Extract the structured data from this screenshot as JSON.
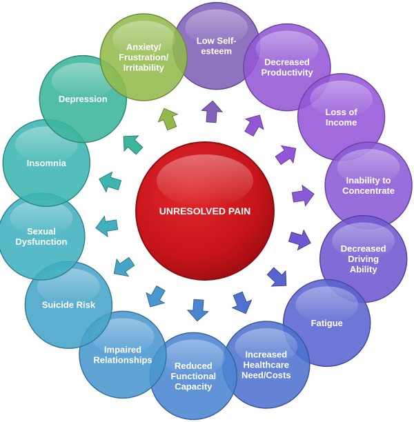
{
  "center": {
    "label": "UNRESOLVED PAIN",
    "color": "#c8151b"
  },
  "nodes": [
    {
      "id": "low-self-esteem",
      "lines": [
        "Low Self-",
        "esteem"
      ],
      "color": "#8060b8"
    },
    {
      "id": "decreased-productivity",
      "lines": [
        "Decreased",
        "Productivity"
      ],
      "color": "#9258d4"
    },
    {
      "id": "loss-of-income",
      "lines": [
        "Loss of",
        "Income"
      ],
      "color": "#9456d8"
    },
    {
      "id": "inability-to-concentrate",
      "lines": [
        "Inability to",
        "Concentrate"
      ],
      "color": "#8a5ad6"
    },
    {
      "id": "decreased-driving-ability",
      "lines": [
        "Decreased",
        "Driving",
        "Ability"
      ],
      "color": "#6f58cf"
    },
    {
      "id": "fatigue",
      "lines": [
        "Fatigue"
      ],
      "color": "#5a64cf"
    },
    {
      "id": "increased-healthcare-need-costs",
      "lines": [
        "Increased",
        "Healthcare",
        "Need/Costs"
      ],
      "color": "#4e72cf"
    },
    {
      "id": "reduced-functional-capacity",
      "lines": [
        "Reduced",
        "Functional",
        "Capacity"
      ],
      "color": "#4a85d2"
    },
    {
      "id": "impaired-relationships",
      "lines": [
        "Impaired",
        "Relationships"
      ],
      "color": "#4a97d0"
    },
    {
      "id": "suicide-risk",
      "lines": [
        "Suicide Risk"
      ],
      "color": "#45a4c8"
    },
    {
      "id": "sexual-dysfunction",
      "lines": [
        "Sexual",
        "Dysfunction"
      ],
      "color": "#40b0be"
    },
    {
      "id": "insomnia",
      "lines": [
        "Insomnia"
      ],
      "color": "#3cb5b0"
    },
    {
      "id": "depression",
      "lines": [
        "Depression"
      ],
      "color": "#3bb59c"
    },
    {
      "id": "anxiety-frustration-irritability",
      "lines": [
        "Anxiety/",
        "Frustration/",
        "Irritability"
      ],
      "color": "#93b94c"
    }
  ]
}
